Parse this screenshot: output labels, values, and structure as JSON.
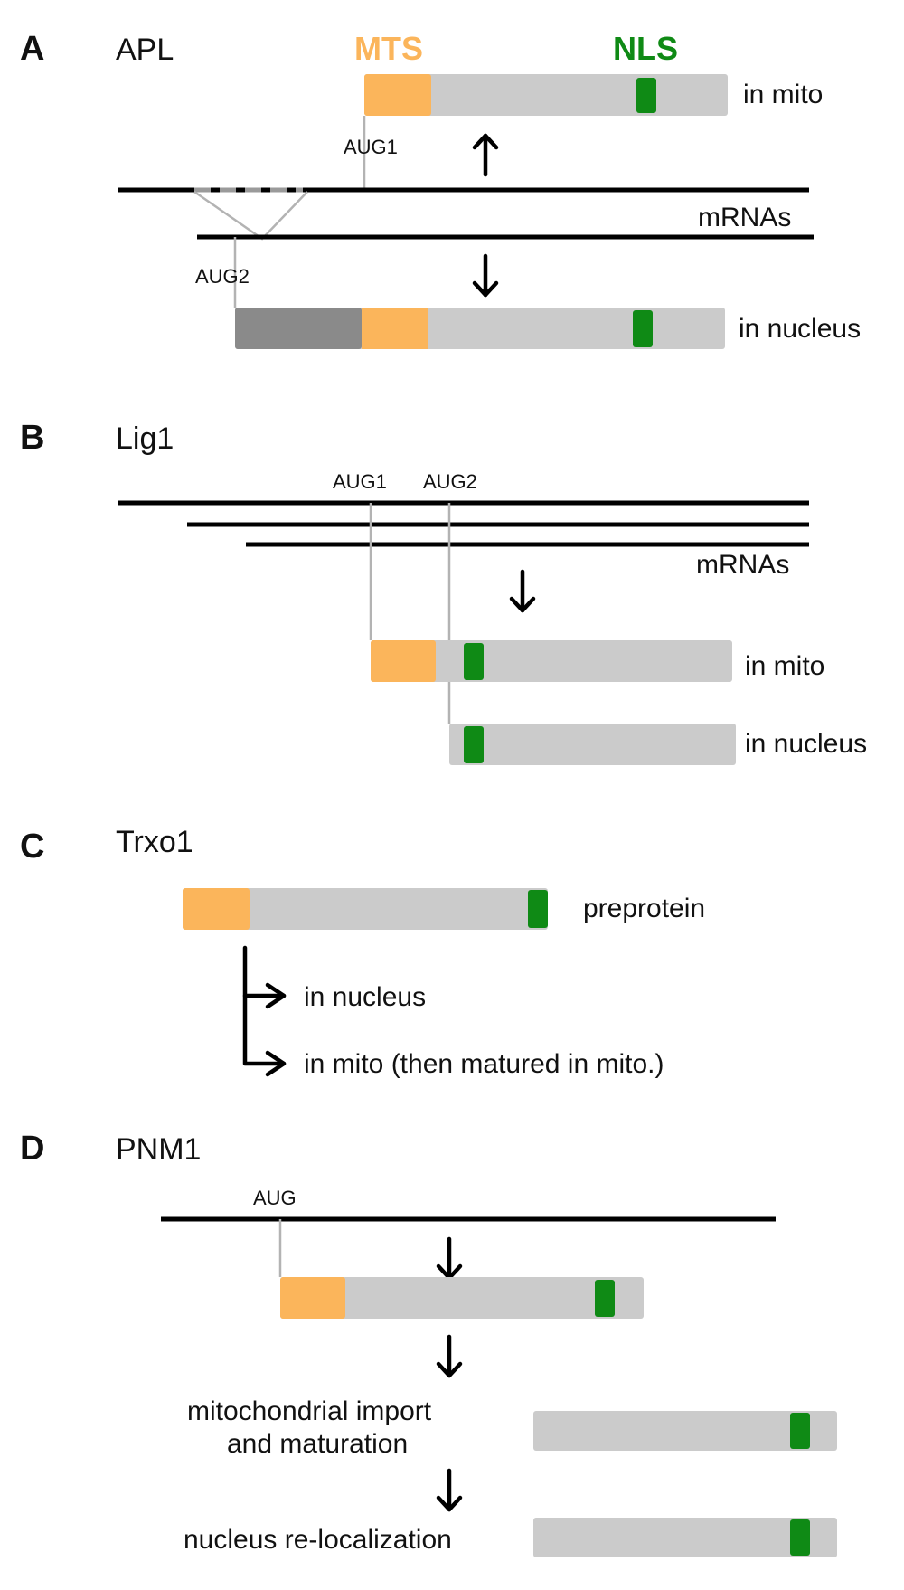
{
  "colors": {
    "mts": "#fbb55b",
    "nls": "#0f8a15",
    "protein_body": "#cbcbcb",
    "extension": "#8a8a8a",
    "mrna": "#000000",
    "connector": "#b3b3b3"
  },
  "legend": {
    "mts": "MTS",
    "nls": "NLS"
  },
  "panels": {
    "a": {
      "letter": "A",
      "gene": "APL",
      "aug1": "AUG1",
      "aug2": "AUG2",
      "mrnas": "mRNAs",
      "top_loc": "in mito",
      "bottom_loc": "in nucleus"
    },
    "b": {
      "letter": "B",
      "gene": "Lig1",
      "aug1": "AUG1",
      "aug2": "AUG2",
      "mrnas": "mRNAs",
      "mito_loc": "in mito",
      "nucleus_loc": "in nucleus"
    },
    "c": {
      "letter": "C",
      "gene": "Trxo1",
      "preprotein": "preprotein",
      "branch1": "in nucleus",
      "branch2": "in mito (then matured in mito.)"
    },
    "d": {
      "letter": "D",
      "gene": "PNM1",
      "aug": "AUG",
      "step1_line1": "mitochondrial import",
      "step1_line2": "and maturation",
      "step2": "nucleus re-localization"
    }
  }
}
